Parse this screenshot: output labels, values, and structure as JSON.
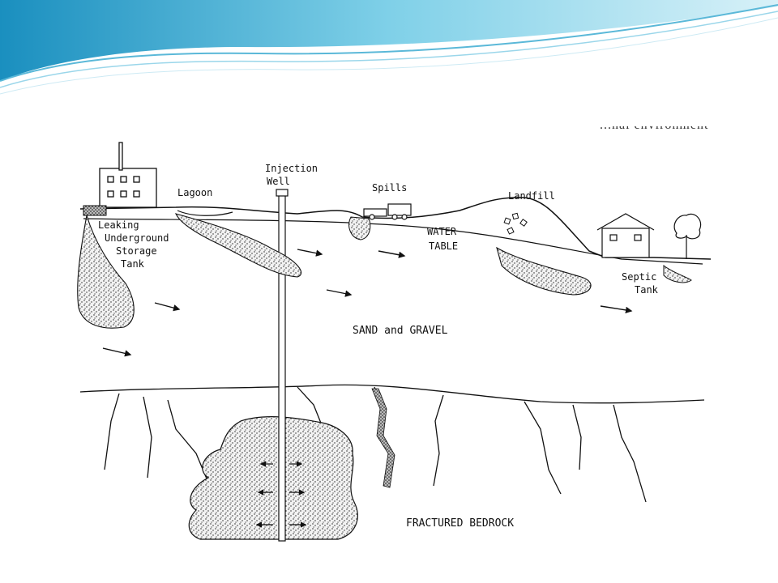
{
  "slide": {
    "cut_off_caption": "...nal environment"
  },
  "diagram": {
    "labels": {
      "injection_well": [
        "Injection",
        "Well"
      ],
      "lagoon": "Lagoon",
      "spills": "Spills",
      "landfill": "Landfill",
      "leaking_tank": [
        "Leaking",
        "Underground",
        "Storage",
        "Tank"
      ],
      "water_table": [
        "WATER",
        "TABLE"
      ],
      "septic_tank": [
        "Septic",
        "Tank"
      ],
      "sand_gravel": "SAND and GRAVEL",
      "bedrock": "FRACTURED BEDROCK"
    }
  },
  "colors": {
    "wave_dark": "#1a8fbf",
    "wave_light": "#bfe6f2",
    "ink": "#111111"
  }
}
